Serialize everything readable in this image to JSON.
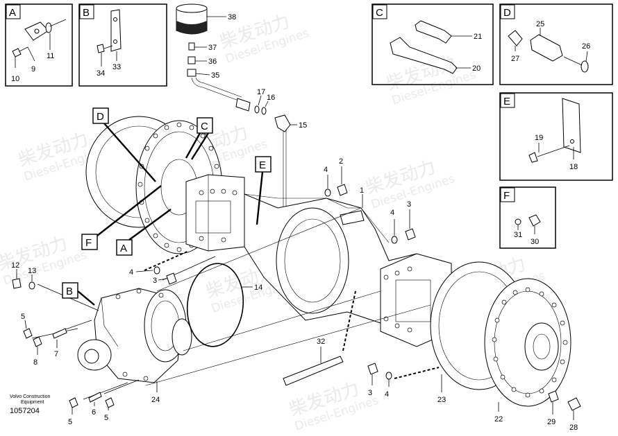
{
  "watermark": {
    "cn": "柴发动力",
    "en": "Diesel-Engines"
  },
  "caption": {
    "line1": "Volvo Construction",
    "line2": "Equipment",
    "ref": "1057204"
  },
  "detail_boxes": {
    "A": {
      "letter": "A",
      "parts": [
        "9",
        "10",
        "11"
      ]
    },
    "B": {
      "letter": "B",
      "parts": [
        "33",
        "34"
      ]
    },
    "C": {
      "letter": "C",
      "parts": [
        "20",
        "21"
      ]
    },
    "D": {
      "letter": "D",
      "parts": [
        "25",
        "26",
        "27"
      ]
    },
    "E": {
      "letter": "E",
      "parts": [
        "18",
        "19"
      ]
    },
    "F": {
      "letter": "F",
      "parts": [
        "30",
        "31"
      ]
    }
  },
  "callouts": {
    "D": "D",
    "C": "C",
    "E": "E",
    "F": "F",
    "A": "A",
    "B": "B"
  },
  "labels": {
    "n1": "1",
    "n2": "2",
    "n3a": "3",
    "n3b": "3",
    "n3c": "3",
    "n4a": "4",
    "n4b": "4",
    "n4c": "4",
    "n4d": "4",
    "n5a": "5",
    "n5b": "5",
    "n5c": "5",
    "n6": "6",
    "n7": "7",
    "n8": "8",
    "n12": "12",
    "n13": "13",
    "n14": "14",
    "n15": "15",
    "n16": "16",
    "n17": "17",
    "n22": "22",
    "n23": "23",
    "n24": "24",
    "n28": "28",
    "n29": "29",
    "n32": "32",
    "n35": "35",
    "n36": "36",
    "n37": "37",
    "n38": "38"
  }
}
